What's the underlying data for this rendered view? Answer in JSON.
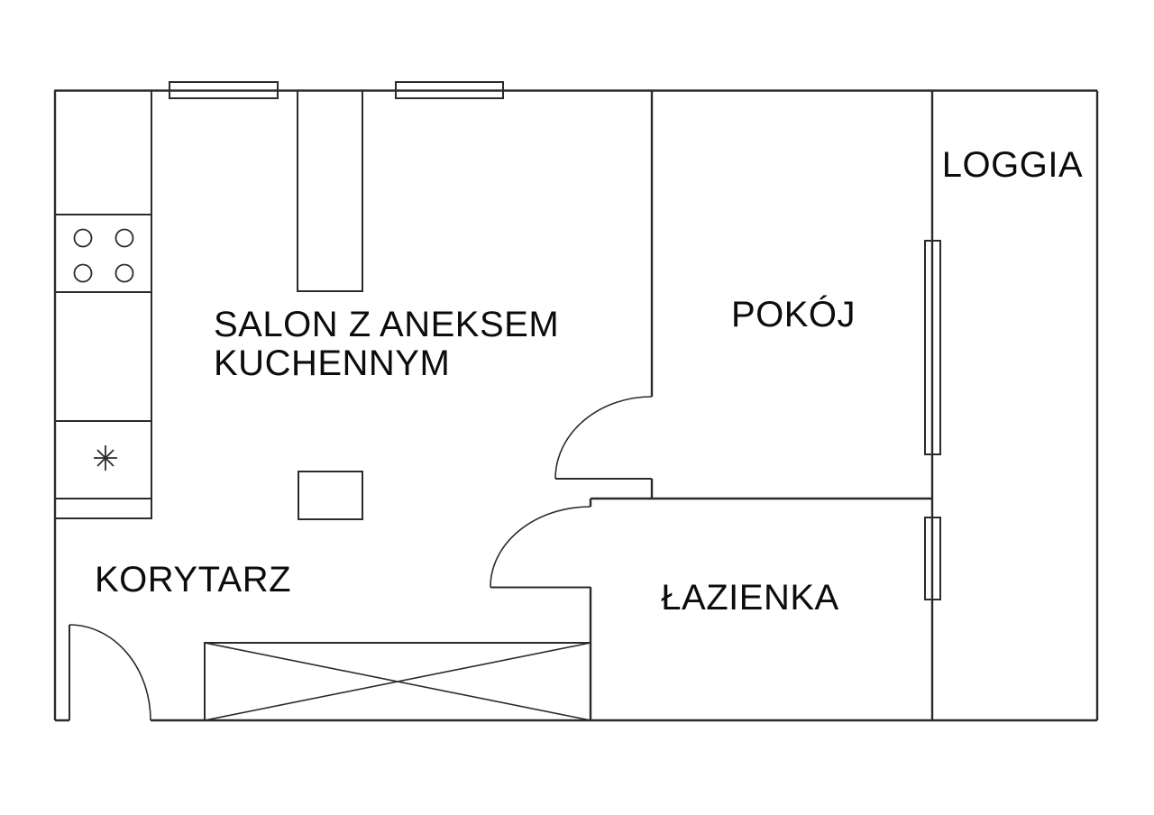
{
  "meta": {
    "type": "apartment-floor-plan"
  },
  "colors": {
    "background": "#ffffff",
    "line": "#2b2b2b",
    "text": "#0c0c0c"
  },
  "labels": {
    "salon_line1": "SALON Z ANEKSEM",
    "salon_line2": "KUCHENNYM",
    "pokoj": "POKÓJ",
    "lazienka": "ŁAZIENKA",
    "korytarz": "KORYTARZ",
    "loggia": "LOGGIA"
  },
  "symbols": {
    "stove": "stove-four-burners-icon",
    "sink": "sink-asterisk-icon",
    "wardrobe": "wardrobe-crossed-box-icon",
    "window": "window-double-line-icon",
    "door": "door-quarter-arc-icon"
  }
}
